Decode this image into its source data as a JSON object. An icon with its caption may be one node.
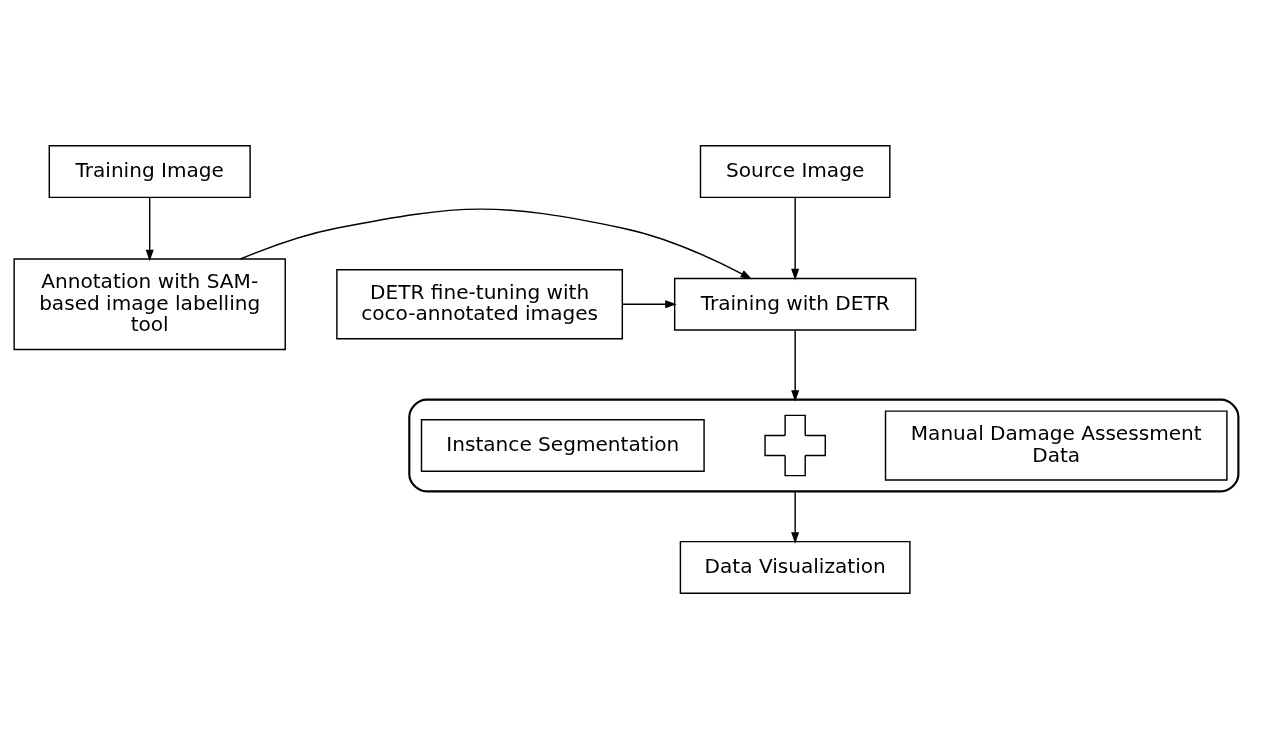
{
  "diagram": {
    "nodes": [
      {
        "text": [
          "Training Image"
        ]
      },
      {
        "text": [
          "Source Image"
        ]
      },
      {
        "text": [
          "Annotation with SAM-based image labelling tool"
        ]
      },
      {
        "text": [
          "Training with DETR"
        ]
      },
      {
        "text": [
          "DETR fine-tuning with coco-annotated images"
        ]
      },
      {
        "text": [],
        "shape": "box"
      },
      {
        "text": [
          "Instance Segmentation"
        ],
        "in": 5
      },
      {
        "text": [],
        "shape": "cross",
        "in": 5
      },
      {
        "text": [
          "Manual Damage Assessment Data"
        ],
        "in": 5
      },
      {
        "text": [
          "Data Visualization"
        ]
      }
    ],
    "edges": [
      {
        "from": 0,
        "to": 2,
        "arrow": "to"
      },
      {
        "from": 1,
        "to": 3,
        "arrow": "to"
      },
      {
        "from": 2,
        "to": 3,
        "arrow": "to"
      },
      {
        "from": 4,
        "to": 3,
        "arrow": "to"
      },
      {
        "from": 3,
        "to": 5,
        "arrow": "to"
      },
      {
        "from": 5,
        "to": 9,
        "arrow": "to"
      }
    ]
  }
}
